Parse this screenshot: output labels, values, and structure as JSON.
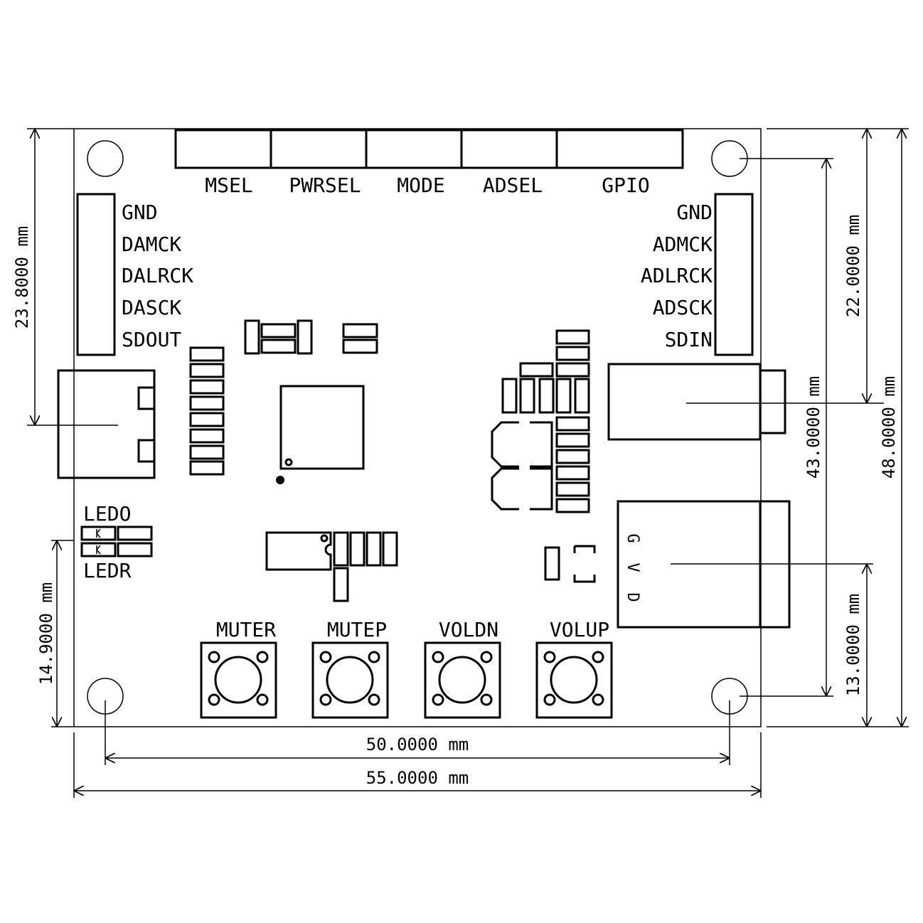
{
  "header_labels": [
    "MSEL",
    "PWRSEL",
    "MODE",
    "ADSEL",
    "GPIO"
  ],
  "left_pins": [
    "GND",
    "DAMCK",
    "DALRCK",
    "DASCK",
    "SDOUT"
  ],
  "right_pins": [
    "GND",
    "ADMCK",
    "ADLRCK",
    "ADSCK",
    "SDIN"
  ],
  "leds": {
    "top": "LEDO",
    "bottom": "LEDR"
  },
  "buttons": [
    "MUTER",
    "MUTEP",
    "VOLDN",
    "VOLUP"
  ],
  "gvd": [
    "G",
    "V",
    "D"
  ],
  "dimensions": {
    "left_top": "23.8000 mm",
    "left_bottom": "14.9000 mm",
    "right_22": "22.0000 mm",
    "right_43": "43.0000 mm",
    "right_48": "48.0000 mm",
    "right_13": "13.0000 mm",
    "bottom_50": "50.0000 mm",
    "bottom_55": "55.0000 mm"
  }
}
